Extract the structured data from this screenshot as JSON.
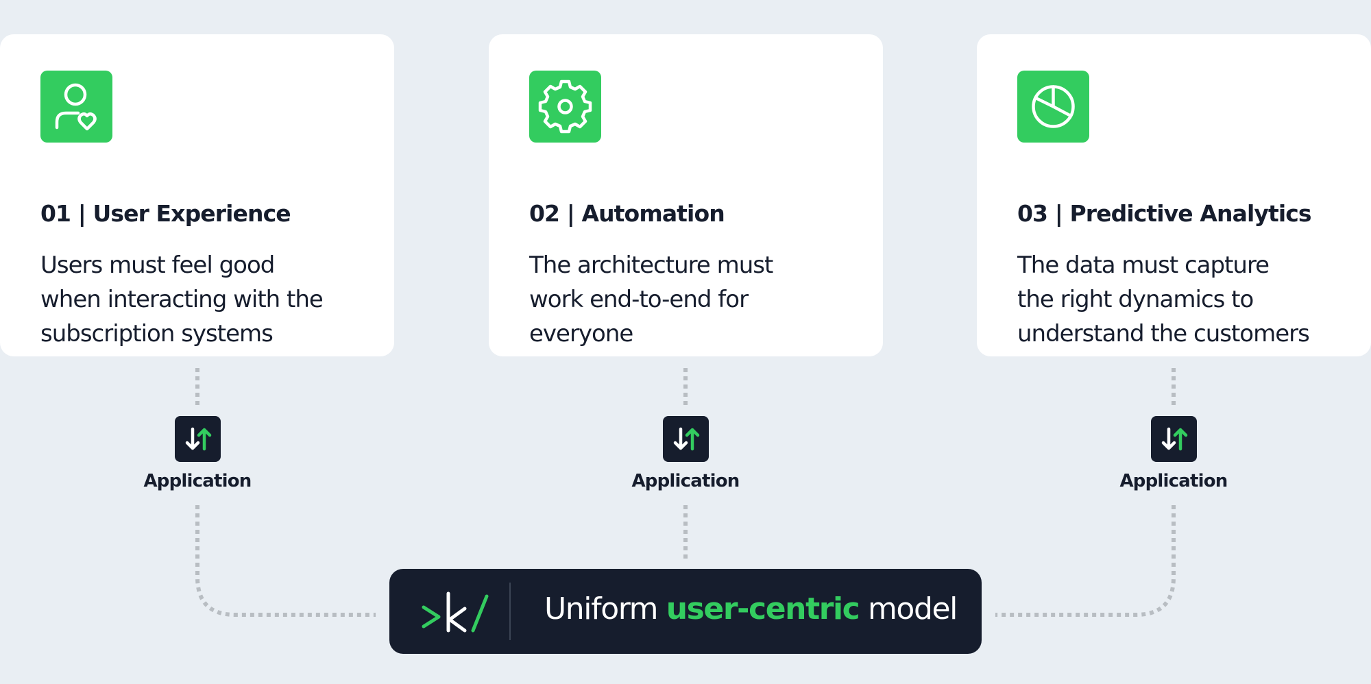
{
  "cards": [
    {
      "icon": "user-heart-icon",
      "title": "01 | User Experience",
      "desc": [
        "Users must feel good",
        "when interacting with the",
        "subscription systems"
      ]
    },
    {
      "icon": "gear-icon",
      "title": "02 | Automation",
      "desc": [
        "The architecture must",
        "work end-to-end for",
        "everyone"
      ]
    },
    {
      "icon": "pie-chart-icon",
      "title": "03 | Predictive Analytics",
      "desc": [
        "The data must capture",
        "the right dynamics to",
        "understand the customers"
      ]
    }
  ],
  "apps": [
    {
      "icon": "up-down-arrows-icon",
      "label": "Application"
    },
    {
      "icon": "up-down-arrows-icon",
      "label": "Application"
    },
    {
      "icon": "up-down-arrows-icon",
      "label": "Application"
    }
  ],
  "model": {
    "logo_text": ">k/",
    "text_before": "Uniform",
    "text_accent": "user-centric",
    "text_after": "model"
  },
  "colors": {
    "background": "#e9eef3",
    "card": "#ffffff",
    "accent": "#33cc5f",
    "dark": "#161d2d",
    "connector": "#b8bdc2"
  }
}
